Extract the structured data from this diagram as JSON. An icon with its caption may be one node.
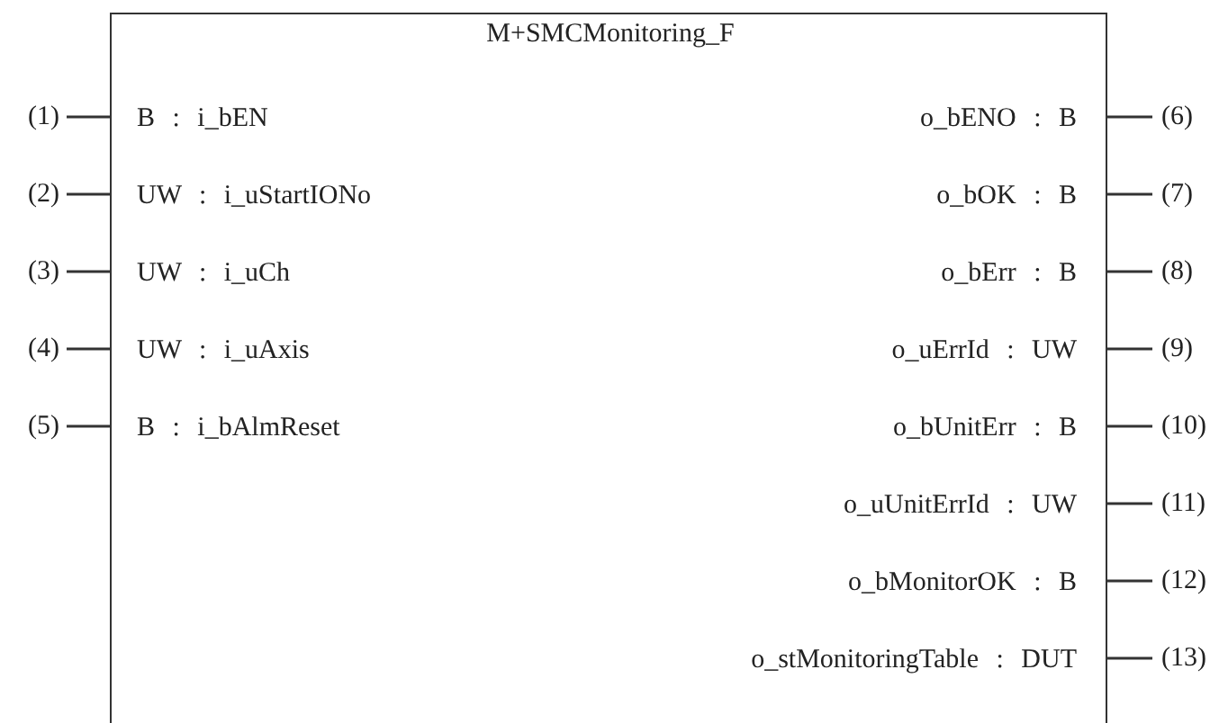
{
  "diagram": {
    "nodes": [
      {
        "text": [
          "M+SMCMonitoring_F",
          "B : i_bEN",
          "UW : i_uStartIONo",
          "UW : i_uCh",
          "UW : i_uAxis",
          "B : i_bAlmReset",
          "o_bENO : B",
          "o_bOK : B",
          "o_bErr : B",
          "o_uErrId : UW",
          "o_bUnitErr : B",
          "o_uUnitErrId : UW",
          "o_bMonitorOK : B",
          "o_stMonitoringTable : DUT"
        ]
      },
      {
        "text": [
          "(1)"
        ]
      },
      {
        "text": [
          "(2)"
        ]
      },
      {
        "text": [
          "(3)"
        ]
      },
      {
        "text": [
          "(4)"
        ]
      },
      {
        "text": [
          "(5)"
        ]
      },
      {
        "text": [
          "(6)"
        ]
      },
      {
        "text": [
          "(7)"
        ]
      },
      {
        "text": [
          "(8)"
        ]
      },
      {
        "text": [
          "(9)"
        ]
      },
      {
        "text": [
          "(10)"
        ]
      },
      {
        "text": [
          "(11)"
        ]
      },
      {
        "text": [
          "(12)"
        ]
      },
      {
        "text": [
          "(13)"
        ]
      }
    ],
    "edges": [
      {
        "from": 1,
        "to": 0,
        "arrow": "none"
      },
      {
        "from": 2,
        "to": 0,
        "arrow": "none"
      },
      {
        "from": 3,
        "to": 0,
        "arrow": "none"
      },
      {
        "from": 4,
        "to": 0,
        "arrow": "none"
      },
      {
        "from": 5,
        "to": 0,
        "arrow": "none"
      },
      {
        "from": 0,
        "to": 6,
        "arrow": "none"
      },
      {
        "from": 0,
        "to": 7,
        "arrow": "none"
      },
      {
        "from": 0,
        "to": 8,
        "arrow": "none"
      },
      {
        "from": 0,
        "to": 9,
        "arrow": "none"
      },
      {
        "from": 0,
        "to": 10,
        "arrow": "none"
      },
      {
        "from": 0,
        "to": 11,
        "arrow": "none"
      },
      {
        "from": 0,
        "to": 12,
        "arrow": "none"
      },
      {
        "from": 0,
        "to": 13,
        "arrow": "none"
      }
    ]
  }
}
